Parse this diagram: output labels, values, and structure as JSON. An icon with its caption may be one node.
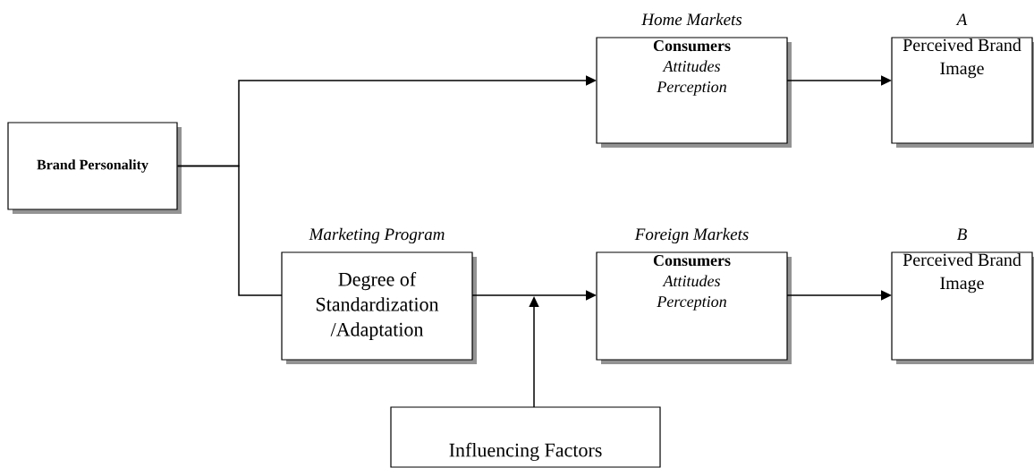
{
  "diagram": {
    "nodes": [
      {
        "text": [
          "Brand Personality"
        ]
      },
      {
        "text": [
          "Degree of Standardization /Adaptation"
        ],
        "beside": [
          "Marketing Program"
        ]
      },
      {
        "text": [
          "Consumers",
          "Attitudes",
          "Perception"
        ],
        "beside": [
          "Home Markets"
        ]
      },
      {
        "text": [
          "Perceived Brand Image"
        ],
        "beside": [
          "A"
        ]
      },
      {
        "text": [
          "Consumers",
          "Attitudes",
          "Perception"
        ],
        "beside": [
          "Foreign Markets"
        ]
      },
      {
        "text": [
          "Perceived Brand Image"
        ],
        "beside": [
          "B"
        ]
      },
      {
        "text": [
          "Influencing Factors"
        ]
      }
    ],
    "edges": [
      {
        "from": 0,
        "to": 2,
        "arrow": "to"
      },
      {
        "from": 0,
        "to": 1,
        "arrow": "none"
      },
      {
        "from": 1,
        "to": 4,
        "arrow": "to"
      },
      {
        "from": 2,
        "to": 3,
        "arrow": "to"
      },
      {
        "from": 4,
        "to": 5,
        "arrow": "to"
      },
      {
        "from": 6,
        "to": null,
        "arrow": "to"
      }
    ]
  }
}
